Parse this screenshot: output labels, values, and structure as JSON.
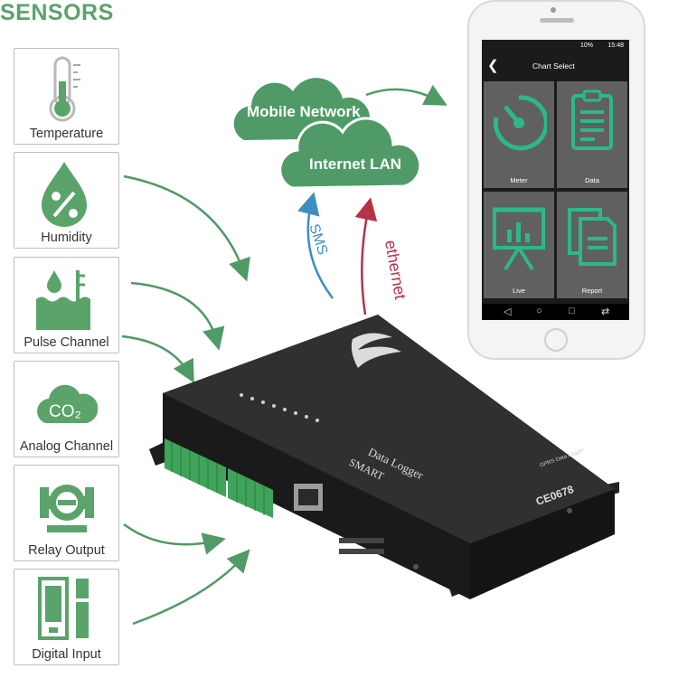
{
  "title": "SENSORS",
  "sensors": [
    {
      "label": "Temperature",
      "icon": "thermometer-icon"
    },
    {
      "label": "Humidity",
      "icon": "humidity-drop-icon"
    },
    {
      "label": "Pulse Channel",
      "icon": "water-level-icon"
    },
    {
      "label": "Analog Channel",
      "icon": "co2-cloud-icon"
    },
    {
      "label": "Relay Output",
      "icon": "flow-meter-icon"
    },
    {
      "label": "Digital Input",
      "icon": "door-contact-icon"
    }
  ],
  "co2_text": "CO₂",
  "clouds": {
    "mobile": "Mobile Network",
    "lan": "Internet LAN"
  },
  "links": {
    "sms": "SMS",
    "ethernet": "ethernet"
  },
  "phone": {
    "status_battery": "10%",
    "status_time": "15:48",
    "header_title": "Chart Select",
    "tiles": [
      {
        "label": "Meter",
        "icon": "gauge-icon"
      },
      {
        "label": "Data",
        "icon": "clipboard-icon"
      },
      {
        "label": "Live",
        "icon": "presentation-chart-icon"
      },
      {
        "label": "Report",
        "icon": "report-document-icon"
      }
    ]
  },
  "device": {
    "brand": "SMART",
    "name": "Data Logger",
    "model": "GPRS Data Logger",
    "cert": "CE0678"
  },
  "colors": {
    "green": "#5aa36a",
    "cloud_green": "#4f9a66",
    "teal": "#2db889",
    "sms_blue": "#3d8fbf",
    "ethernet_red": "#b73148"
  }
}
